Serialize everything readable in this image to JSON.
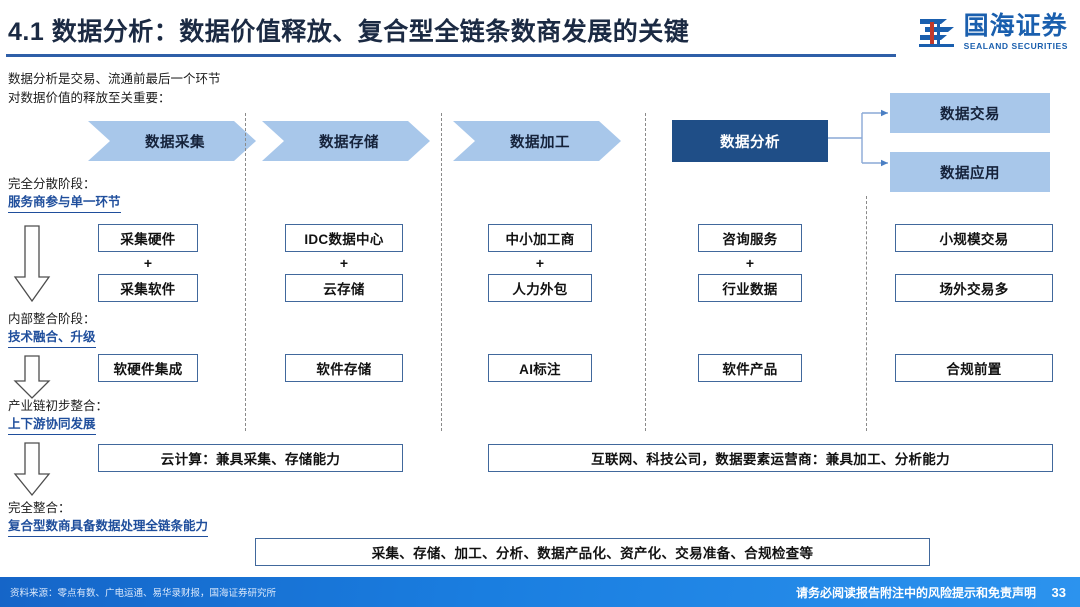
{
  "header": {
    "title": "4.1 数据分析：数据价值释放、复合型全链条数商发展的关键",
    "logo_cn": "国海证券",
    "logo_en": "SEALAND SECURITIES"
  },
  "intro": {
    "line1": "数据分析是交易、流通前最后一个环节",
    "line2": "对数据价值的释放至关重要："
  },
  "flow": {
    "chevrons": [
      {
        "label": "数据采集"
      },
      {
        "label": "数据存储"
      },
      {
        "label": "数据加工"
      }
    ],
    "highlight": {
      "label": "数据分析"
    },
    "branches": [
      {
        "label": "数据交易"
      },
      {
        "label": "数据应用"
      }
    ]
  },
  "stages": [
    {
      "title": "完全分散阶段：",
      "subtitle": "服务商参与单一环节",
      "arrow_icon": "down-arrow-icon"
    },
    {
      "title": "内部整合阶段：",
      "subtitle": "技术融合、升级",
      "arrow_icon": "down-arrow-icon"
    },
    {
      "title": "产业链初步整合：",
      "subtitle": "上下游协同发展",
      "arrow_icon": "down-arrow-icon"
    },
    {
      "title": "完全整合：",
      "subtitle": "复合型数商具备数据处理全链条能力",
      "arrow_icon": "down-arrow-icon"
    }
  ],
  "row_dispersed": {
    "columns": [
      {
        "top": "采集硬件",
        "plus": "+",
        "bottom": "采集软件"
      },
      {
        "top": "IDC数据中心",
        "plus": "+",
        "bottom": "云存储"
      },
      {
        "top": "中小加工商",
        "plus": "+",
        "bottom": "人力外包"
      },
      {
        "top": "咨询服务",
        "plus": "+",
        "bottom": "行业数据"
      },
      {
        "top": "小规模交易",
        "plus": "",
        "bottom": "场外交易多"
      }
    ]
  },
  "row_internal": {
    "cells": [
      "软硬件集成",
      "软件存储",
      "AI标注",
      "软件产品",
      "合规前置"
    ]
  },
  "row_chain": {
    "cells": [
      "云计算：兼具采集、存储能力",
      "互联网、科技公司，数据要素运营商：兼具加工、分析能力"
    ]
  },
  "row_full": {
    "cell": "采集、存储、加工、分析、数据产品化、资产化、交易准备、合规检查等"
  },
  "footer": {
    "source": "资料来源：零点有数、广电运通、易华录财报，国海证券研究所",
    "disclaimer": "请务必阅读报告附注中的风险提示和免责声明",
    "page": "33"
  },
  "colors": {
    "brand_blue": "#1a5fae",
    "dark_box": "#1f4e87",
    "light_box": "#a8c7ea",
    "border_blue": "#41689c",
    "accent_text": "#1f4e9c",
    "footer_blue": "#1a7ee0"
  }
}
